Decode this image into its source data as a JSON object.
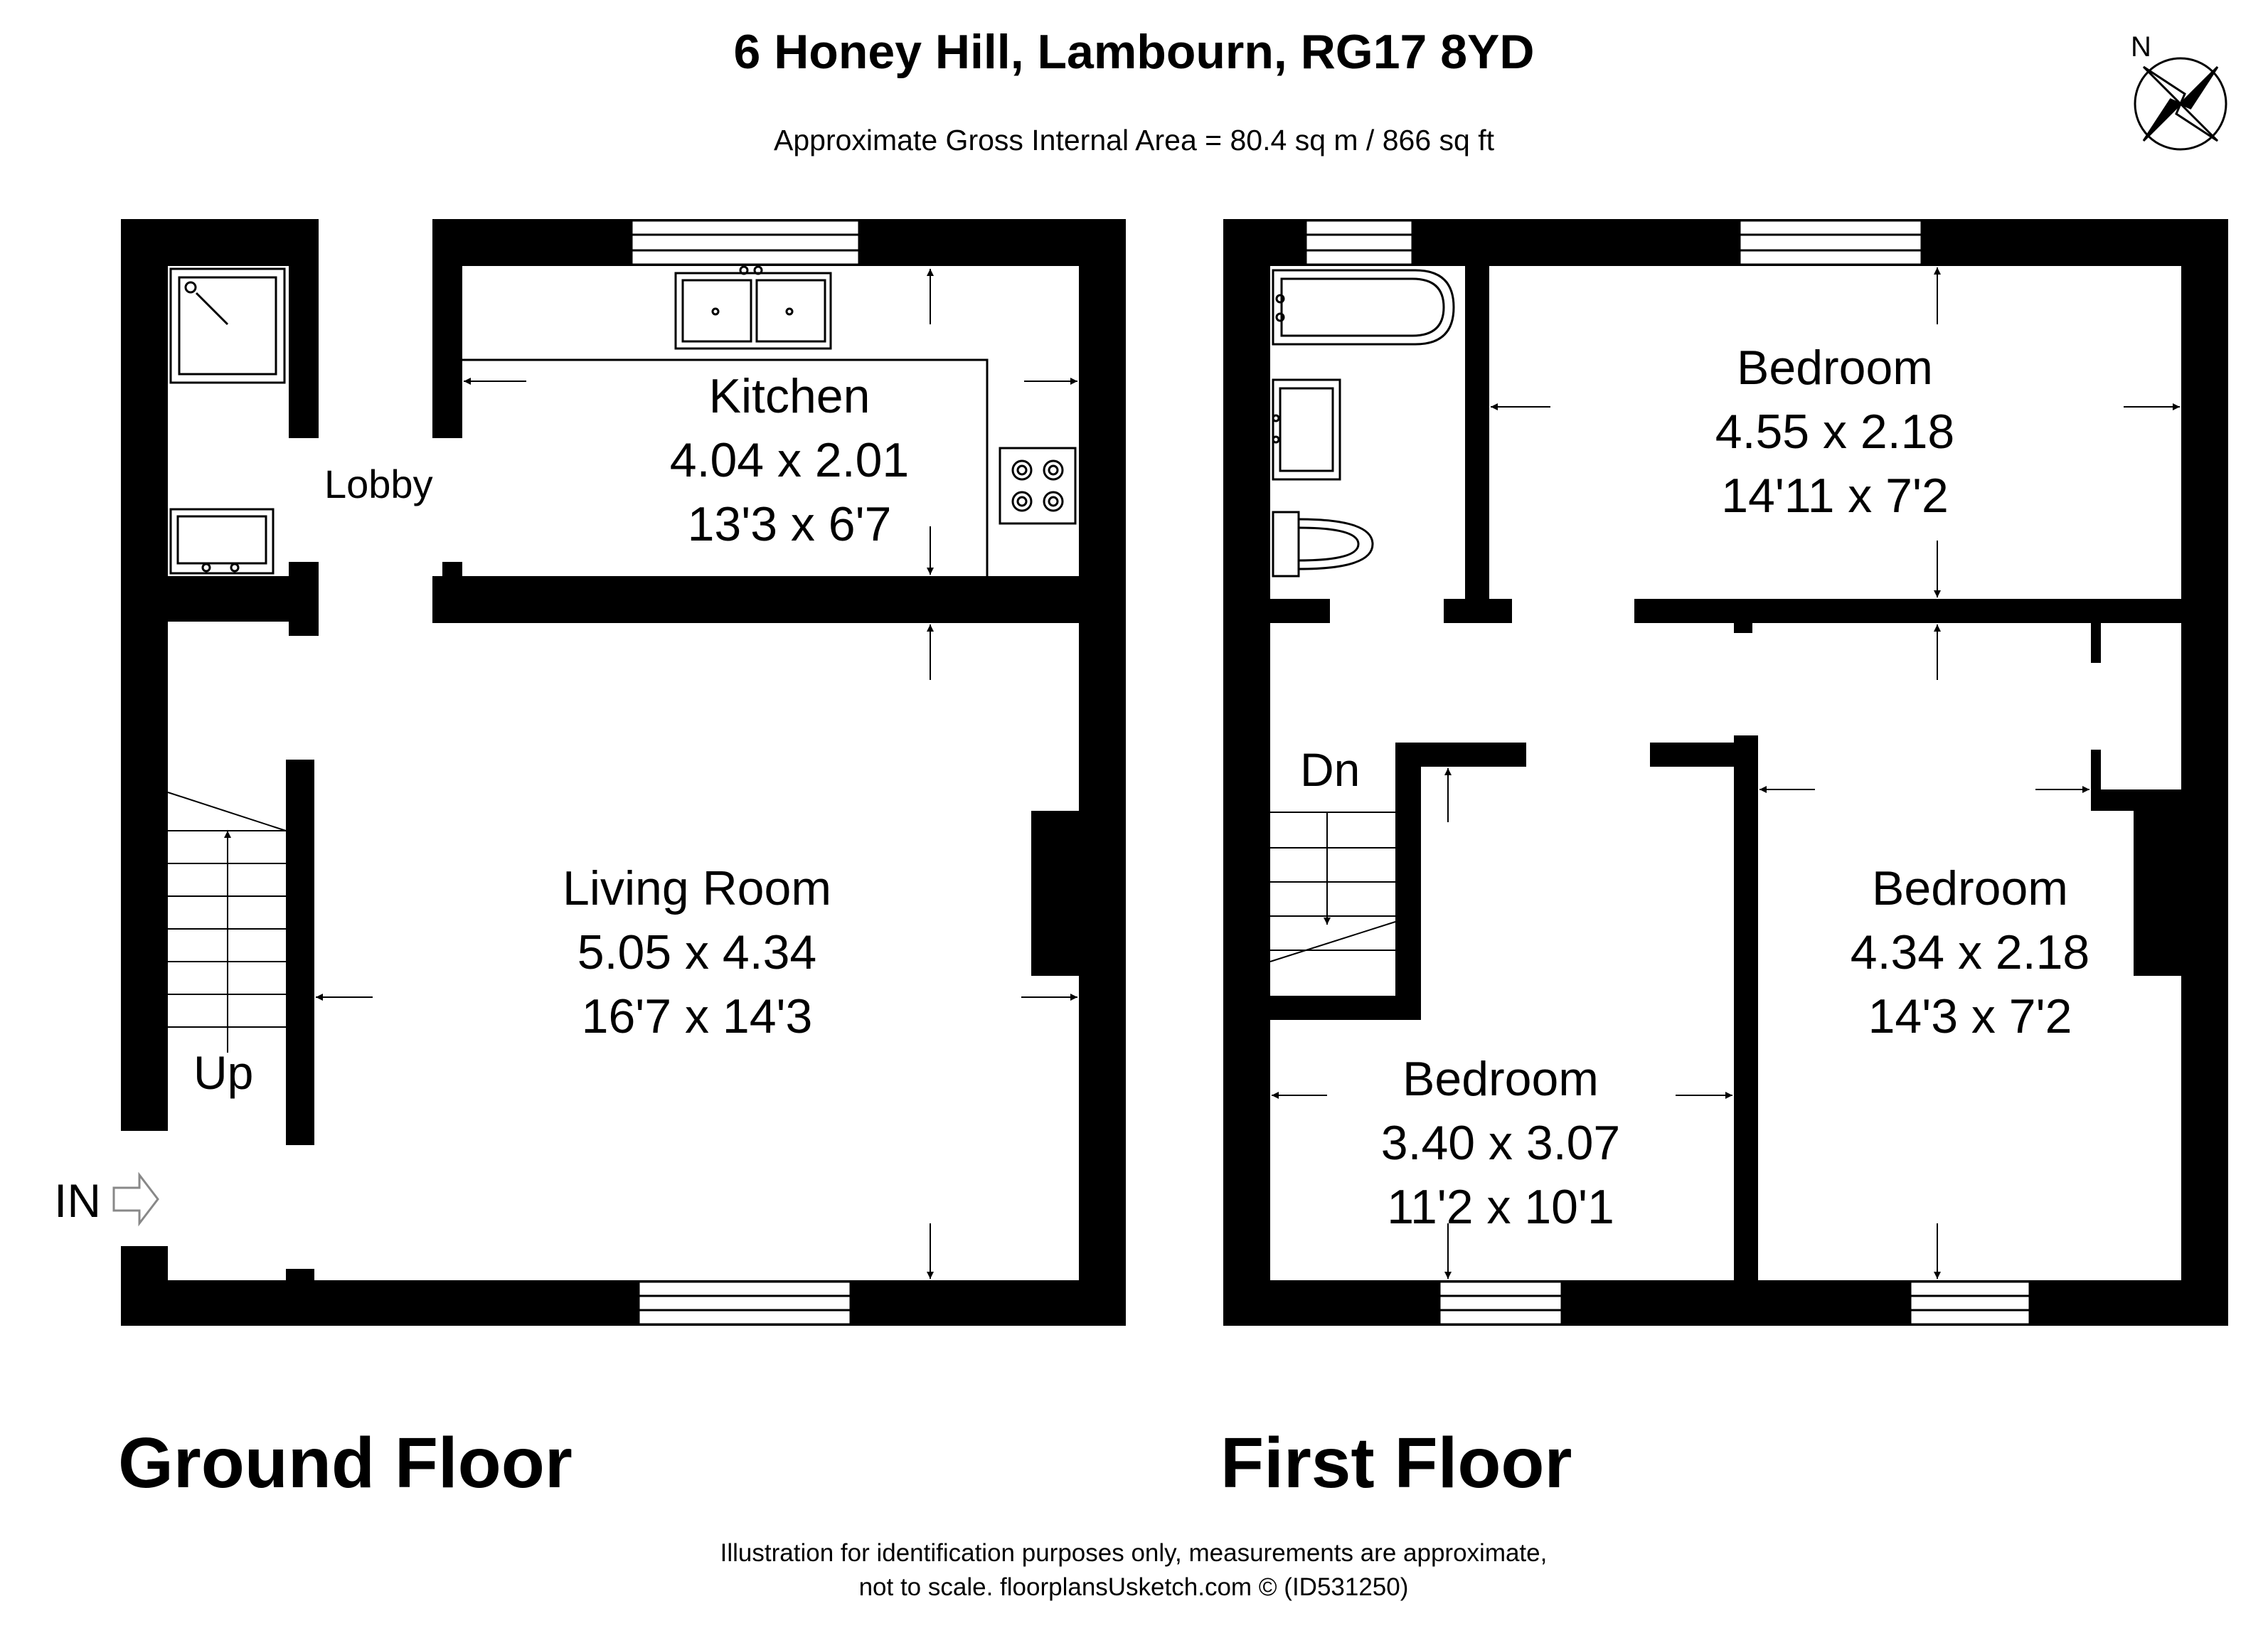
{
  "header": {
    "address": "6 Honey Hill, Lambourn, RG17 8YD",
    "area": "Approximate Gross Internal Area = 80.4 sq m / 866 sq ft"
  },
  "compass": {
    "label": "N"
  },
  "ground_floor": {
    "title": "Ground Floor",
    "lobby": "Lobby",
    "kitchen": {
      "name": "Kitchen",
      "metric": "4.04 x 2.01",
      "imperial": "13'3 x 6'7"
    },
    "living": {
      "name": "Living Room",
      "metric": "5.05 x 4.34",
      "imperial": "16'7 x 14'3"
    },
    "stairs_label": "Up",
    "entrance_label": "IN"
  },
  "first_floor": {
    "title": "First Floor",
    "bedroom_top": {
      "name": "Bedroom",
      "metric": "4.55 x 2.18",
      "imperial": "14'11 x 7'2"
    },
    "bedroom_right": {
      "name": "Bedroom",
      "metric": "4.34 x 2.18",
      "imperial": "14'3 x 7'2"
    },
    "bedroom_bottom": {
      "name": "Bedroom",
      "metric": "3.40 x 3.07",
      "imperial": "11'2 x 10'1"
    },
    "stairs_label": "Dn"
  },
  "footer": {
    "line1": "Illustration for identification purposes only, measurements are approximate,",
    "line2": "not to scale. floorplansUsketch.com © (ID531250)"
  }
}
